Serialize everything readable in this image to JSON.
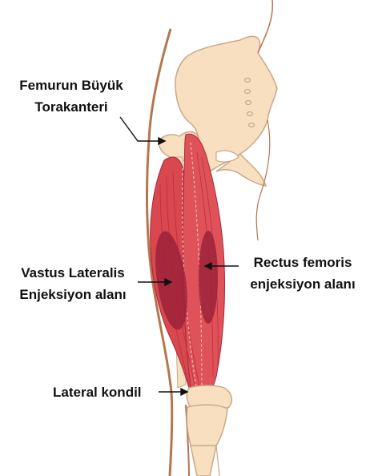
{
  "labels": {
    "trochanter": {
      "line1": "Femurun Büyük",
      "line2": "Torakanteri"
    },
    "vastus": {
      "line1": "Vastus Lateralis",
      "line2": "Enjeksiyon alanı"
    },
    "rectus": {
      "line1": "Rectus femoris",
      "line2": "enjeksiyon alanı"
    },
    "kondil": {
      "text": "Lateral kondil"
    }
  },
  "colors": {
    "bone": "#f7dfc0",
    "bone_outline": "#c9a98a",
    "muscle": "#d9474f",
    "muscle_dark": "#a8283a",
    "skin_outline": "#b5764e",
    "injection_site": "#9c2238",
    "pointer_line": "#111111"
  }
}
